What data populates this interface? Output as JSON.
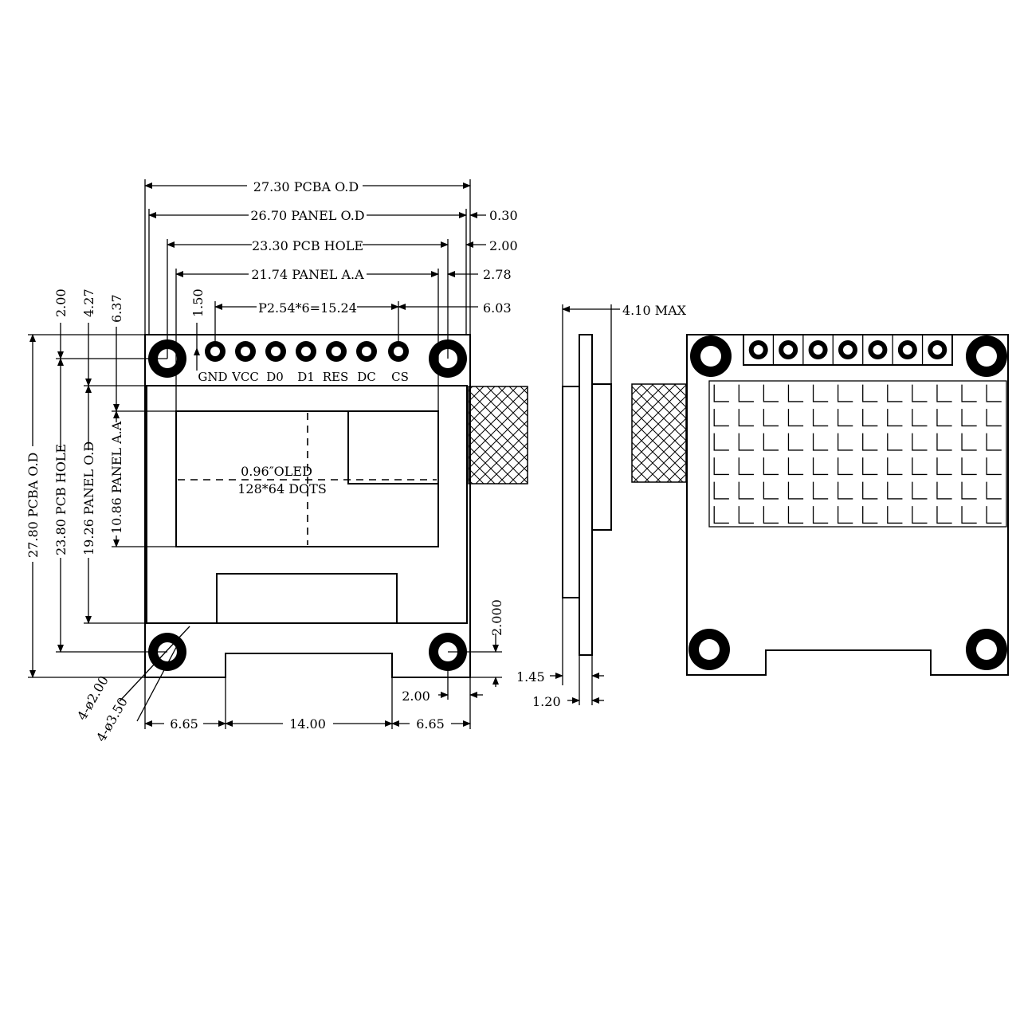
{
  "front_view": {
    "dims_horizontal": {
      "pcba_od": "27.30 PCBA O.D",
      "panel_od": "26.70 PANEL O.D",
      "pcb_hole": "23.30 PCB HOLE",
      "panel_aa": "21.74 PANEL A.A",
      "pin_pitch": "P2.54*6=15.24"
    },
    "dims_right": {
      "d030": "0.30",
      "d200": "2.00",
      "d278": "2.78",
      "d603": "6.03"
    },
    "dims_top_small": {
      "d150": "1.50",
      "d200": "2.00",
      "d427": "4.27",
      "d637": "6.37"
    },
    "dims_vertical": {
      "pcba_od": "27.80 PCBA O.D",
      "pcb_hole": "23.80 PCB HOLE",
      "panel_od": "19.26 PANEL O.D",
      "panel_aa": "10.86 PANEL A.A"
    },
    "pins": [
      "GND",
      "VCC",
      "D0",
      "D1",
      "RES",
      "DC",
      "CS"
    ],
    "display_label": {
      "line1": "0.96″OLED",
      "line2": "128*64 DOTS"
    },
    "dims_bottom": {
      "left": "6.65",
      "middle": "14.00",
      "right": "6.65",
      "hole_offset_x": "2.00",
      "hole_offset_y": "2.000"
    },
    "holes": {
      "inner": "4-ø2.00",
      "outer": "4-ø3.50"
    }
  },
  "side_view": {
    "max_height": "4.10 MAX",
    "d145": "1.45",
    "d120": "1.20"
  },
  "back_view": {
    "header_pins": 7,
    "grid_rows": 6,
    "grid_cols": 12
  }
}
